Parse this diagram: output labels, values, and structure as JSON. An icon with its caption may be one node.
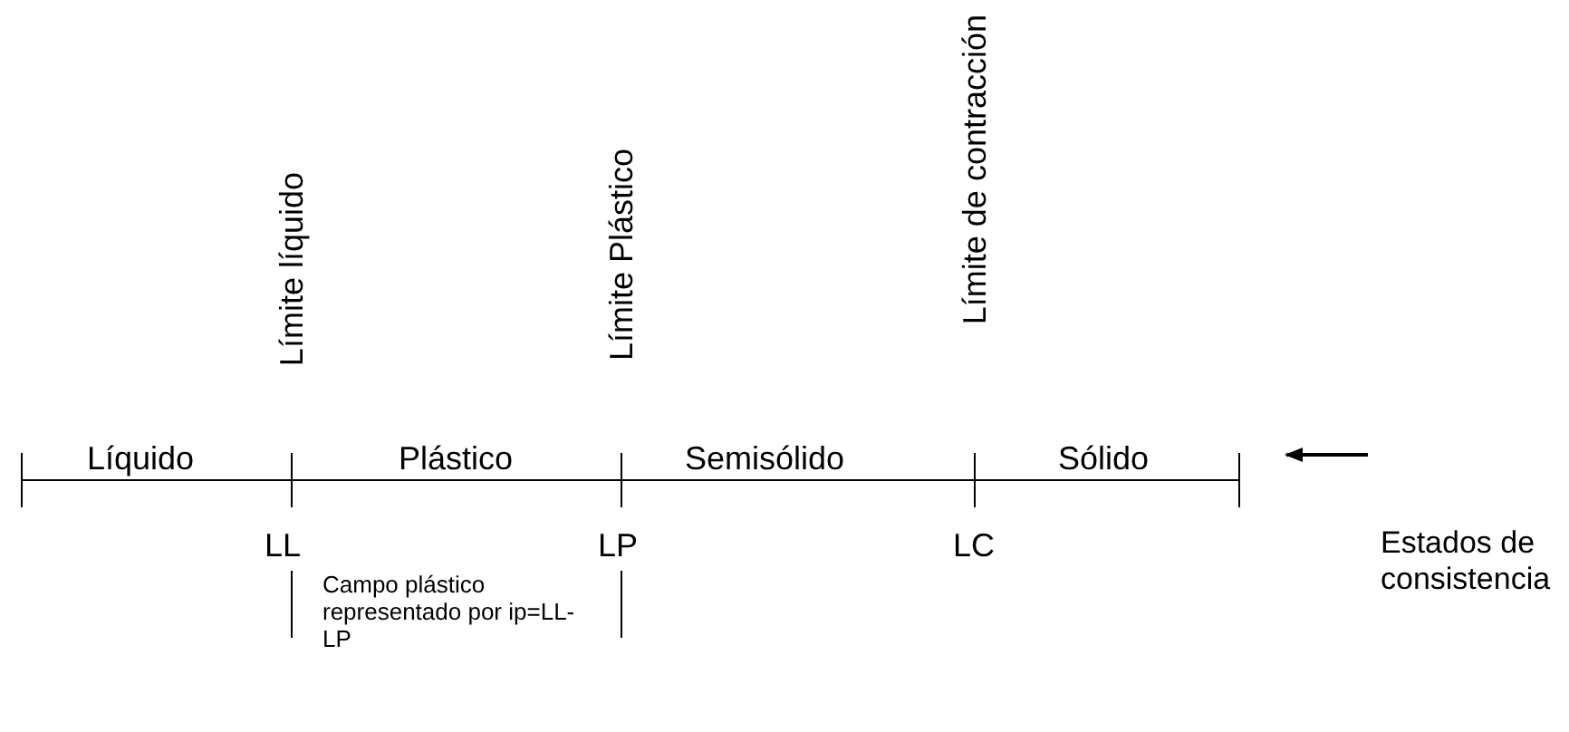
{
  "diagram": {
    "labels": [
      "Líquido",
      "Límite líquido",
      "Plástico",
      "Límite Plástico",
      "Semisólido",
      "Límite de contracción",
      "Sólido",
      "LL",
      "LP",
      "LC",
      "Estados de consistencia",
      "Campo plástico representado por ip=LL-LP"
    ]
  }
}
